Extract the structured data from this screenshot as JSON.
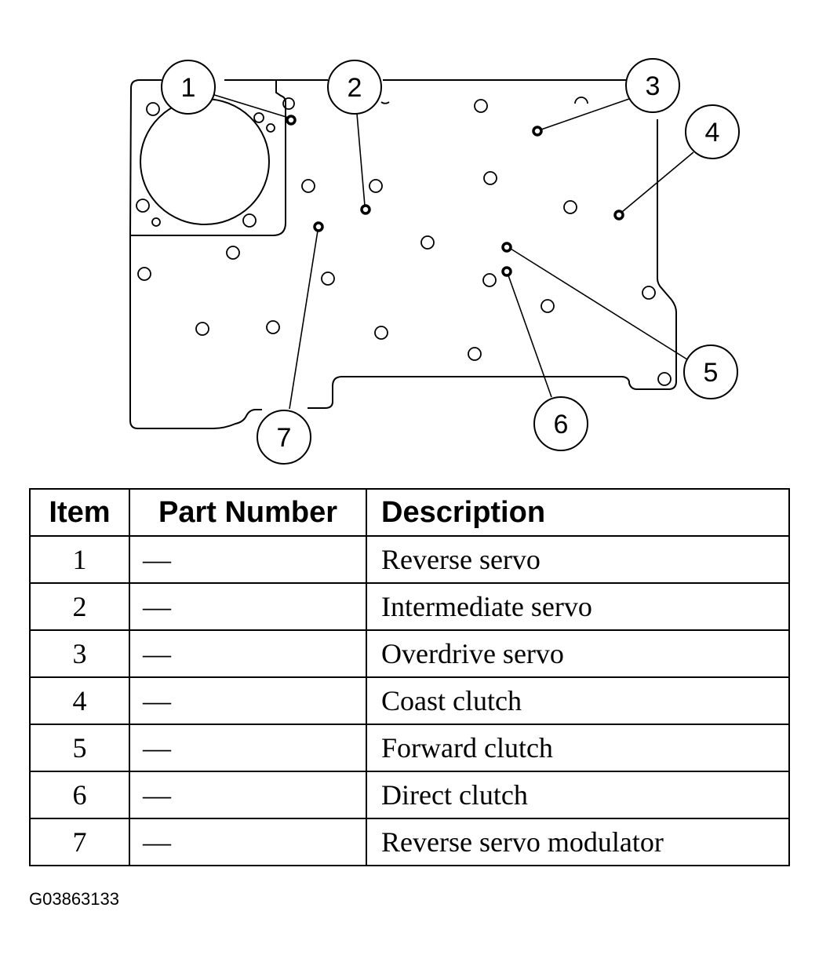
{
  "callouts": [
    "1",
    "2",
    "3",
    "4",
    "5",
    "6",
    "7"
  ],
  "table": {
    "headers": {
      "item": "Item",
      "part_number": "Part Number",
      "description": "Description"
    },
    "rows": [
      {
        "item": "1",
        "part_number": "—",
        "description": "Reverse servo"
      },
      {
        "item": "2",
        "part_number": "—",
        "description": "Intermediate servo"
      },
      {
        "item": "3",
        "part_number": "—",
        "description": "Overdrive servo"
      },
      {
        "item": "4",
        "part_number": "—",
        "description": "Coast clutch"
      },
      {
        "item": "5",
        "part_number": "—",
        "description": "Forward clutch"
      },
      {
        "item": "6",
        "part_number": "—",
        "description": "Direct clutch"
      },
      {
        "item": "7",
        "part_number": "—",
        "description": "Reverse servo modulator"
      }
    ]
  },
  "figure_id": "G03863133"
}
